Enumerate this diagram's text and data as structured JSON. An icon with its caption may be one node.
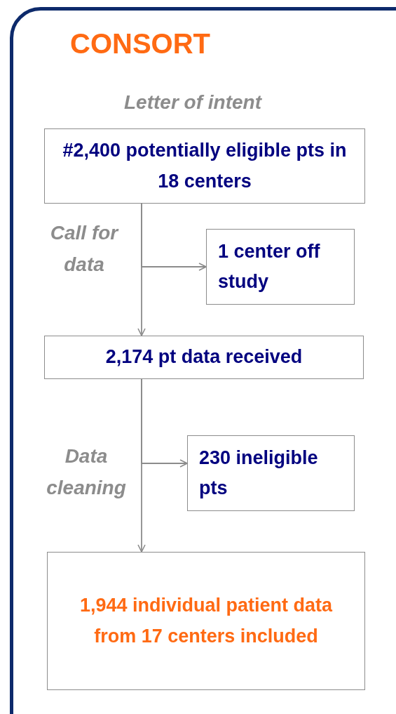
{
  "diagram": {
    "title": "CONSORT",
    "nodes": [
      {
        "text": [
          "#2,400 potentially eligible pts in 18 centers"
        ]
      },
      {
        "text": [
          "1 center off study"
        ]
      },
      {
        "text": [
          "2,174 pt data received"
        ]
      },
      {
        "text": [
          "230 ineligible pts"
        ]
      },
      {
        "text": [
          "1,944 individual patient data from 17 centers included"
        ]
      }
    ],
    "edges": [
      {
        "from": 0,
        "to": 2,
        "arrow": "to",
        "label": "Call for data"
      },
      {
        "from": 0,
        "to": 1,
        "arrow": "to"
      },
      {
        "from": 2,
        "to": 4,
        "arrow": "to",
        "label": "Data cleaning"
      },
      {
        "from": 2,
        "to": 3,
        "arrow": "to"
      }
    ],
    "labels": [
      "Letter of intent"
    ]
  }
}
